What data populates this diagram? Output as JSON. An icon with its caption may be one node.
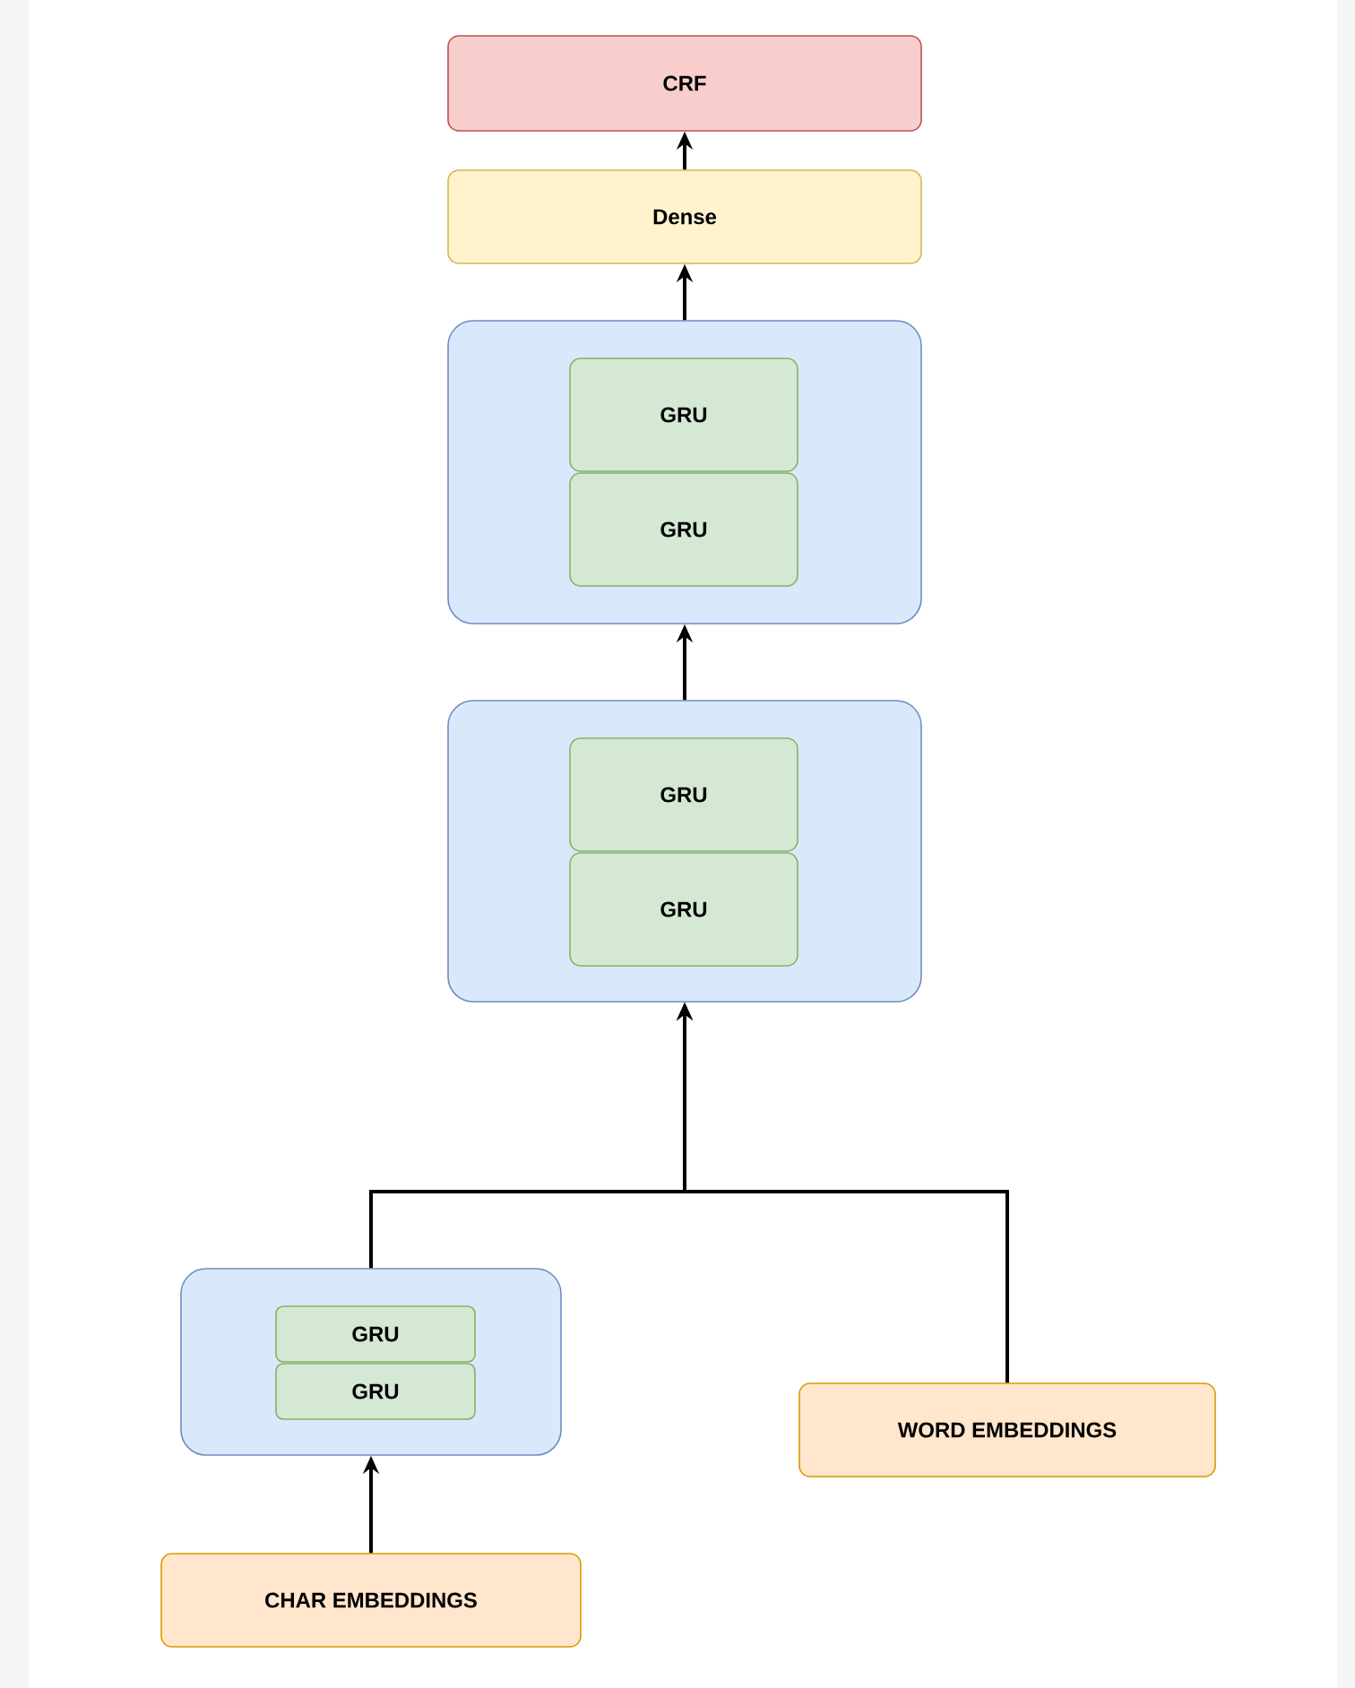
{
  "diagram": {
    "nodes": [
      {
        "text": [
          "CRF"
        ]
      },
      {
        "text": [
          "Dense"
        ]
      },
      {
        "text": [],
        "shape": "box"
      },
      {
        "text": [
          "GRU"
        ],
        "in": 2
      },
      {
        "text": [
          "GRU"
        ],
        "in": 2
      },
      {
        "text": [],
        "shape": "box"
      },
      {
        "text": [
          "GRU"
        ],
        "in": 5
      },
      {
        "text": [
          "GRU"
        ],
        "in": 5
      },
      {
        "text": [],
        "shape": "box"
      },
      {
        "text": [
          "GRU"
        ],
        "in": 8
      },
      {
        "text": [
          "GRU"
        ],
        "in": 8
      },
      {
        "text": [
          "WORD EMBEDDINGS"
        ]
      },
      {
        "text": [
          "CHAR EMBEDDINGS"
        ]
      }
    ],
    "edges": [
      {
        "from": 1,
        "to": 0,
        "arrow": "to"
      },
      {
        "from": 2,
        "to": 1,
        "arrow": "to"
      },
      {
        "from": 5,
        "to": 2,
        "arrow": "to"
      },
      {
        "from": 8,
        "to": 5,
        "arrow": "to"
      },
      {
        "from": 11,
        "to": 5,
        "arrow": "to"
      },
      {
        "from": 12,
        "to": 8,
        "arrow": "to"
      }
    ]
  }
}
